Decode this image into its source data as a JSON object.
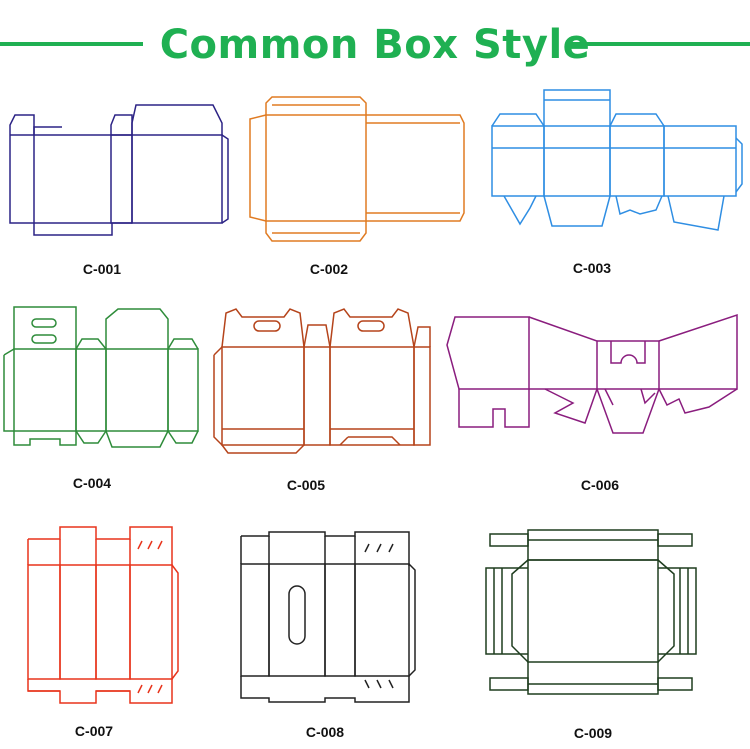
{
  "title": "Common Box Style",
  "title_color": "#1fb052",
  "boxes": [
    {
      "label": "C-001",
      "line_color": "#2c2385",
      "icon": "box-die-line"
    },
    {
      "label": "C-002",
      "line_color": "#e07b22",
      "icon": "box-die-line"
    },
    {
      "label": "C-003",
      "line_color": "#2f8ee3",
      "icon": "box-die-line"
    },
    {
      "label": "C-004",
      "line_color": "#2e8c3a",
      "icon": "box-die-line"
    },
    {
      "label": "C-005",
      "line_color": "#b5441b",
      "icon": "box-die-line"
    },
    {
      "label": "C-006",
      "line_color": "#8a1d7e",
      "icon": "box-die-line"
    },
    {
      "label": "C-007",
      "line_color": "#e8341c",
      "icon": "box-die-line"
    },
    {
      "label": "C-008",
      "line_color": "#222222",
      "icon": "box-die-line"
    },
    {
      "label": "C-009",
      "line_color": "#1f3d1f",
      "icon": "box-die-line"
    }
  ]
}
